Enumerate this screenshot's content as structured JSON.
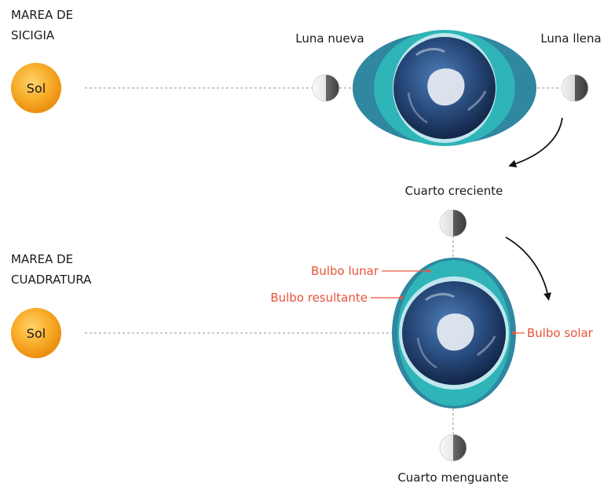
{
  "spring_tide": {
    "title_line1": "MAREA DE",
    "title_line2": "SICIGIA",
    "sun_label": "Sol",
    "new_moon_label": "Luna nueva",
    "full_moon_label": "Luna llena",
    "first_quarter_label": "Cuarto creciente"
  },
  "neap_tide": {
    "title_line1": "MAREA DE",
    "title_line2": "CUADRATURA",
    "sun_label": "Sol",
    "lunar_bulge_label": "Bulbo lunar",
    "resultant_bulge_label": "Bulbo resultante",
    "solar_bulge_label": "Bulbo solar",
    "last_quarter_label": "Cuarto menguante"
  },
  "colors": {
    "sun": "#f5a31c",
    "lunar_bulge": "#2fb4b7",
    "solar_bulge": "#2f87a0",
    "resultant_bulge": "#bfe6ee",
    "annotation": "#e8533a",
    "arrow": "#111111"
  },
  "icons": {
    "sun": "sun-icon",
    "moon": "moon-icon",
    "earth": "earth-icon"
  }
}
